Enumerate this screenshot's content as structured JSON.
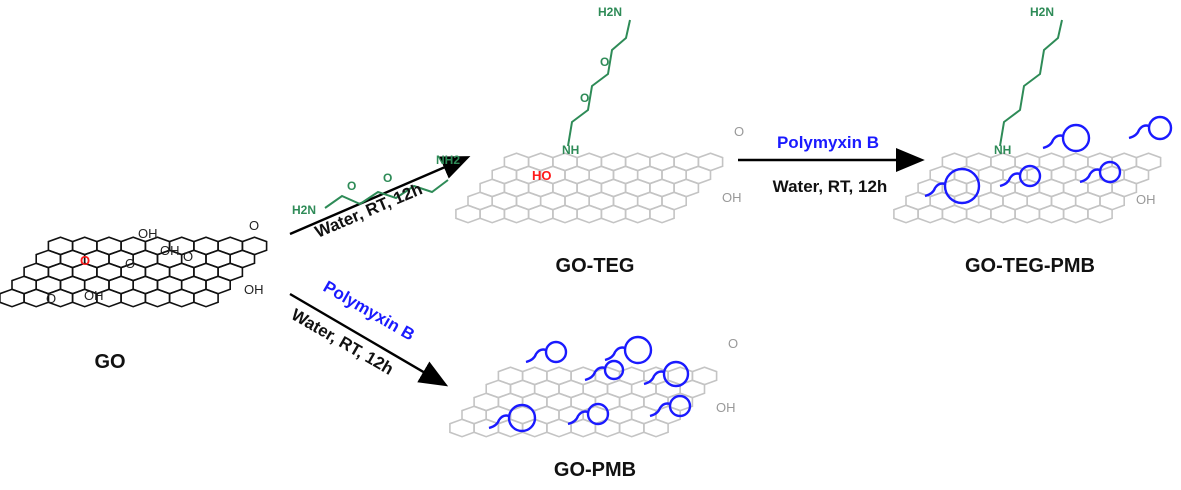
{
  "colors": {
    "arrow": "#000000",
    "reagent_text": "#1a1aff",
    "teg_chain": "#2e8b57",
    "epoxide_highlight": "#ff1a1a",
    "polymyxin_glyph": "#1a1aff",
    "graphene_faded": "#bdbdbd",
    "graphene_dark": "#111111"
  },
  "products": {
    "go": "GO",
    "go_teg": "GO-TEG",
    "go_teg_pmb": "GO-TEG-PMB",
    "go_pmb": "GO-PMB"
  },
  "reactions": {
    "teg_conditions": "Water, RT, 12h",
    "pmb_reagent_top": "Polymyxin B",
    "pmb_conditions_top": "Water, RT, 12h",
    "pmb_reagent_bottom": "Polymyxin B",
    "pmb_conditions_bottom": "Water, RT, 12h"
  },
  "chem_labels": {
    "nh2_top": "H2N",
    "nh2_end": "NH2",
    "h2n_chain": "H2N",
    "o": "O",
    "oh": "OH",
    "nh": "NH",
    "ho": "HO",
    "cooh": "OH"
  }
}
